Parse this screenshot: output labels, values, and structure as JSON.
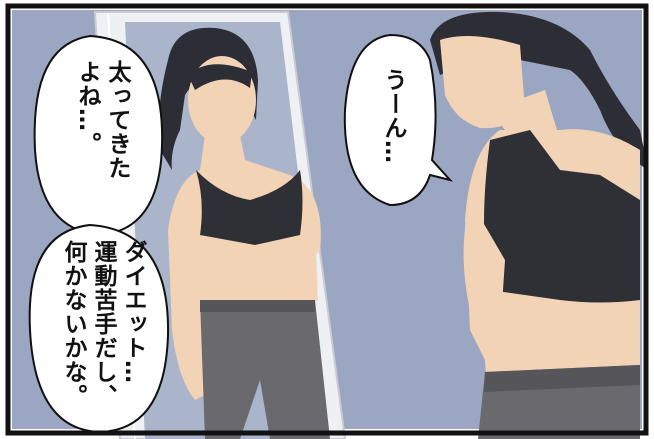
{
  "bubbles": {
    "right": {
      "text": "うーん…"
    },
    "top_left": {
      "line1": "太ってきた",
      "line2": "よね…。"
    },
    "bottom_left": {
      "line1": "ダイエット…",
      "line2": "運動苦手だし、",
      "line3": "何かないかな。"
    }
  },
  "colors": {
    "wall": "#9aa6c2",
    "skin": "#f3d3b6",
    "hair": "#2d2e35",
    "bra": "#2f3035",
    "pants": "#6a6a6e",
    "border": "#111111"
  }
}
